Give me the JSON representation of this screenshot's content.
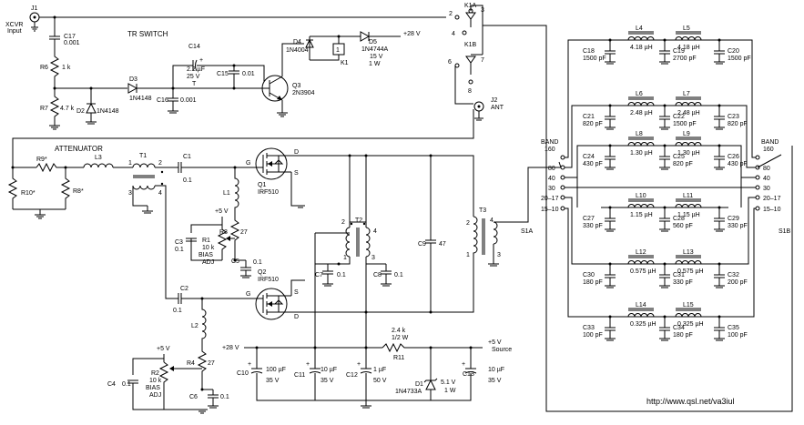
{
  "titles": {
    "tr_switch": "TR SWITCH",
    "attenuator": "ATTENUATOR"
  },
  "url": "http://www.qsl.net/va3iul",
  "j1": {
    "ref": "J1",
    "name1": "XCVR",
    "name2": "Input"
  },
  "j2": {
    "ref": "J2",
    "name": "ANT"
  },
  "rails": {
    "v28": "+28 V",
    "v28_in": "+28 V",
    "v5_source_1": "+5 V",
    "v5_source_2": "Source",
    "v5_r1": "+5 V",
    "v5_r2": "+5 V"
  },
  "k1": {
    "a": "K1A",
    "b": "K1B",
    "coil": "K1",
    "coil_pin": "1",
    "pins": [
      "2",
      "3",
      "4",
      "6",
      "7",
      "8"
    ]
  },
  "c17": {
    "ref": "C17",
    "val": "0.001"
  },
  "r6": {
    "ref": "R6",
    "val": "1 k"
  },
  "r7": {
    "ref": "R7",
    "val": "4.7 k"
  },
  "d2": {
    "ref": "D2",
    "val": "1N4148"
  },
  "d3": {
    "ref": "D3",
    "val": "1N4148"
  },
  "c14": {
    "ref": "C14",
    "v1": "2.2 µF",
    "v2": "25 V",
    "v3": "T"
  },
  "c15": {
    "ref": "C15",
    "val": "0.01"
  },
  "c16": {
    "ref": "C16",
    "val": "0.001"
  },
  "d4": {
    "ref": "D4",
    "val": "1N4004"
  },
  "d5": {
    "ref": "D5",
    "v1": "1N4744A",
    "v2": "15 V",
    "v3": "1 W"
  },
  "q3": {
    "ref": "Q3",
    "val": "2N3904"
  },
  "r9": "R9*",
  "r10": "R10*",
  "r8": "R8*",
  "l3": "L3",
  "t1": {
    "ref": "T1",
    "pins": [
      "1",
      "2",
      "3",
      "4"
    ]
  },
  "c1": {
    "ref": "C1",
    "val": "0.1"
  },
  "q1": {
    "ref": "Q1",
    "val": "IRF510"
  },
  "q2": {
    "ref": "Q2",
    "val": "IRF510"
  },
  "pin_g": "G",
  "pin_d": "D",
  "pin_s": "S",
  "l1": "L1",
  "r3": {
    "ref": "R3",
    "val": "27"
  },
  "r1": {
    "ref": "R1",
    "v1": "10 k",
    "v2": "BIAS",
    "v3": "ADJ"
  },
  "c3": {
    "ref": "C3",
    "val": "0.1"
  },
  "c5": {
    "ref": "C5",
    "val": "0.1"
  },
  "c2": {
    "ref": "C2",
    "val": "0.1"
  },
  "l2": "L2",
  "r4": {
    "ref": "R4",
    "val": "27"
  },
  "r2": {
    "ref": "R2",
    "v1": "10 k",
    "v2": "BIAS",
    "v3": "ADJ"
  },
  "c4": {
    "ref": "C4",
    "val": "0.1"
  },
  "c6": {
    "ref": "C6",
    "val": "0.1"
  },
  "t2": {
    "ref": "T2",
    "pins": [
      "1",
      "2",
      "3",
      "4"
    ]
  },
  "c7": {
    "ref": "C7",
    "val": "0.1"
  },
  "c8": {
    "ref": "C8",
    "val": "0.1"
  },
  "c9": {
    "ref": "C9",
    "val": "47"
  },
  "t3": {
    "ref": "T3",
    "pins": [
      "1",
      "2",
      "3",
      "4"
    ]
  },
  "c10": {
    "ref": "C10",
    "v1": "100 µF",
    "v2": "35 V"
  },
  "c11": {
    "ref": "C11",
    "v1": "10 µF",
    "v2": "35 V"
  },
  "c12": {
    "ref": "C12",
    "v1": "1 µF",
    "v2": "50 V"
  },
  "c13": {
    "ref": "C13",
    "v1": "10 µF",
    "v2": "35 V"
  },
  "r11": {
    "ref": "R11",
    "v1": "2.4 k",
    "v2": "1/2 W"
  },
  "d1": {
    "ref": "D1",
    "v1": "1N4733A",
    "v2": "5.1 V",
    "v3": "1 W"
  },
  "s1a": {
    "ref": "S1A",
    "band": "BAND",
    "band2": "160"
  },
  "s1b": {
    "ref": "S1B",
    "band": "BAND",
    "band2": "160"
  },
  "bands": [
    "80",
    "40",
    "30",
    "20–17",
    "15–10"
  ],
  "filters": [
    {
      "c_left": "C18",
      "c_left_v": "1500 pF",
      "l_a": "L4",
      "l_a_v": "4.18 µH",
      "c_mid": "C19",
      "c_mid_v": "2700 pF",
      "l_b": "L5",
      "l_b_v": "4.18 µH",
      "c_right": "C20",
      "c_right_v": "1500 pF"
    },
    {
      "c_left": "C21",
      "c_left_v": "820 pF",
      "l_a": "L6",
      "l_a_v": "2.48 µH",
      "c_mid": "C22",
      "c_mid_v": "1500 pF",
      "l_b": "L7",
      "l_b_v": "2.48 µH",
      "c_right": "C23",
      "c_right_v": "820 pF"
    },
    {
      "c_left": "C24",
      "c_left_v": "430 pF",
      "l_a": "L8",
      "l_a_v": "1.30 µH",
      "c_mid": "C25",
      "c_mid_v": "820 pF",
      "l_b": "L9",
      "l_b_v": "1.30 µH",
      "c_right": "C26",
      "c_right_v": "430 pF"
    },
    {
      "c_left": "C27",
      "c_left_v": "330 pF",
      "l_a": "L10",
      "l_a_v": "1.15 µH",
      "c_mid": "C28",
      "c_mid_v": "560 pF",
      "l_b": "L11",
      "l_b_v": "1.15 µH",
      "c_right": "C29",
      "c_right_v": "330 pF"
    },
    {
      "c_left": "C30",
      "c_left_v": "180 pF",
      "l_a": "L12",
      "l_a_v": "0.575 µH",
      "c_mid": "C31",
      "c_mid_v": "330 pF",
      "l_b": "L13",
      "l_b_v": "0.575 µH",
      "c_right": "C32",
      "c_right_v": "200 pF"
    },
    {
      "c_left": "C33",
      "c_left_v": "100 pF",
      "l_a": "L14",
      "l_a_v": "0.325 µH",
      "c_mid": "C34",
      "c_mid_v": "180 pF",
      "l_b": "L15",
      "l_b_v": "0.325 µH",
      "c_right": "C35",
      "c_right_v": "100 pF"
    }
  ]
}
